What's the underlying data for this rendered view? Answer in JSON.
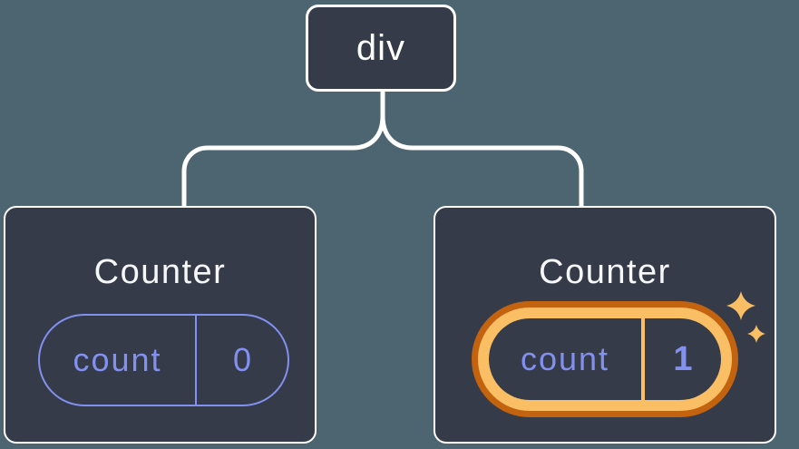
{
  "diagram": {
    "type": "react-component-tree",
    "root": {
      "label": "div"
    },
    "children": [
      {
        "title": "Counter",
        "state": {
          "name": "count",
          "value": "0"
        },
        "highlighted": false
      },
      {
        "title": "Counter",
        "state": {
          "name": "count",
          "value": "1"
        },
        "highlighted": true
      }
    ]
  },
  "icons": {
    "sparkles": "sparkle-stars"
  },
  "colors": {
    "background": "#4D6570",
    "node_fill": "#353B48",
    "node_border": "#FFFFFF",
    "connector": "#FFFFFF",
    "state_purple": "#8290F0",
    "highlight_orange_dark": "#C4630F",
    "highlight_orange_light": "#FABE64",
    "title_text": "#F6F7F9"
  }
}
